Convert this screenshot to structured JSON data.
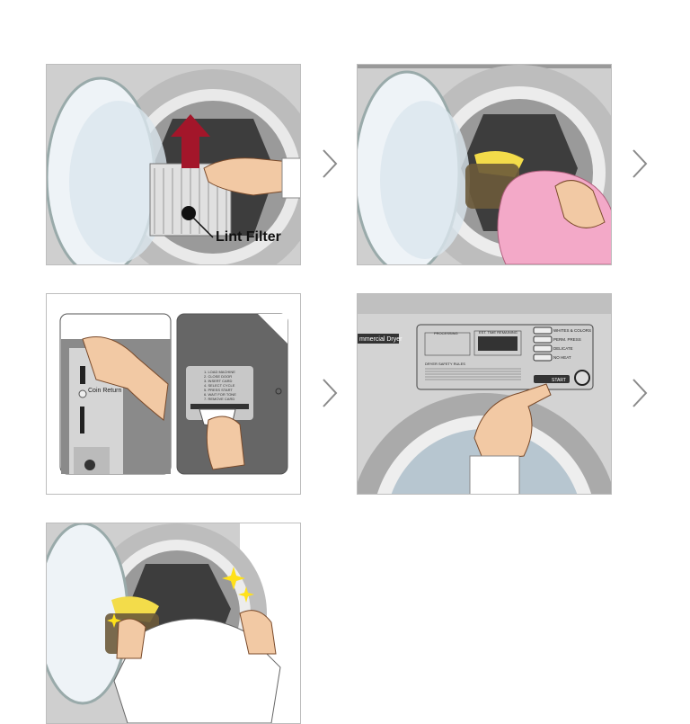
{
  "steps": [
    {
      "label": "Lint Filter"
    },
    {},
    {
      "coin_return": "Coin Return",
      "card_instructions": [
        "1. LOAD MACHINE",
        "2. CLOSE DOOR",
        "3. INSERT CARD",
        "4. SELECT CYCLE",
        "5. PRESS START",
        "6. WAIT FOR TONE",
        "7. REMOVE CARD"
      ]
    },
    {
      "brand": "mmercial Dryer",
      "processing": "PROCESSING",
      "est_time": "EST. TIME REMAINING",
      "safety": "DRYER SAFETY RULES",
      "cycles": [
        "WHITES & COLORS",
        "PERM. PRESS",
        "DELICATE",
        "NO HEAT"
      ],
      "start": "START"
    },
    {}
  ],
  "icons": {
    "next": "chevron-right-icon"
  },
  "colors": {
    "arrow": "#a3162a",
    "border": "#bdbdbd",
    "chevron": "#8a8a8a"
  }
}
